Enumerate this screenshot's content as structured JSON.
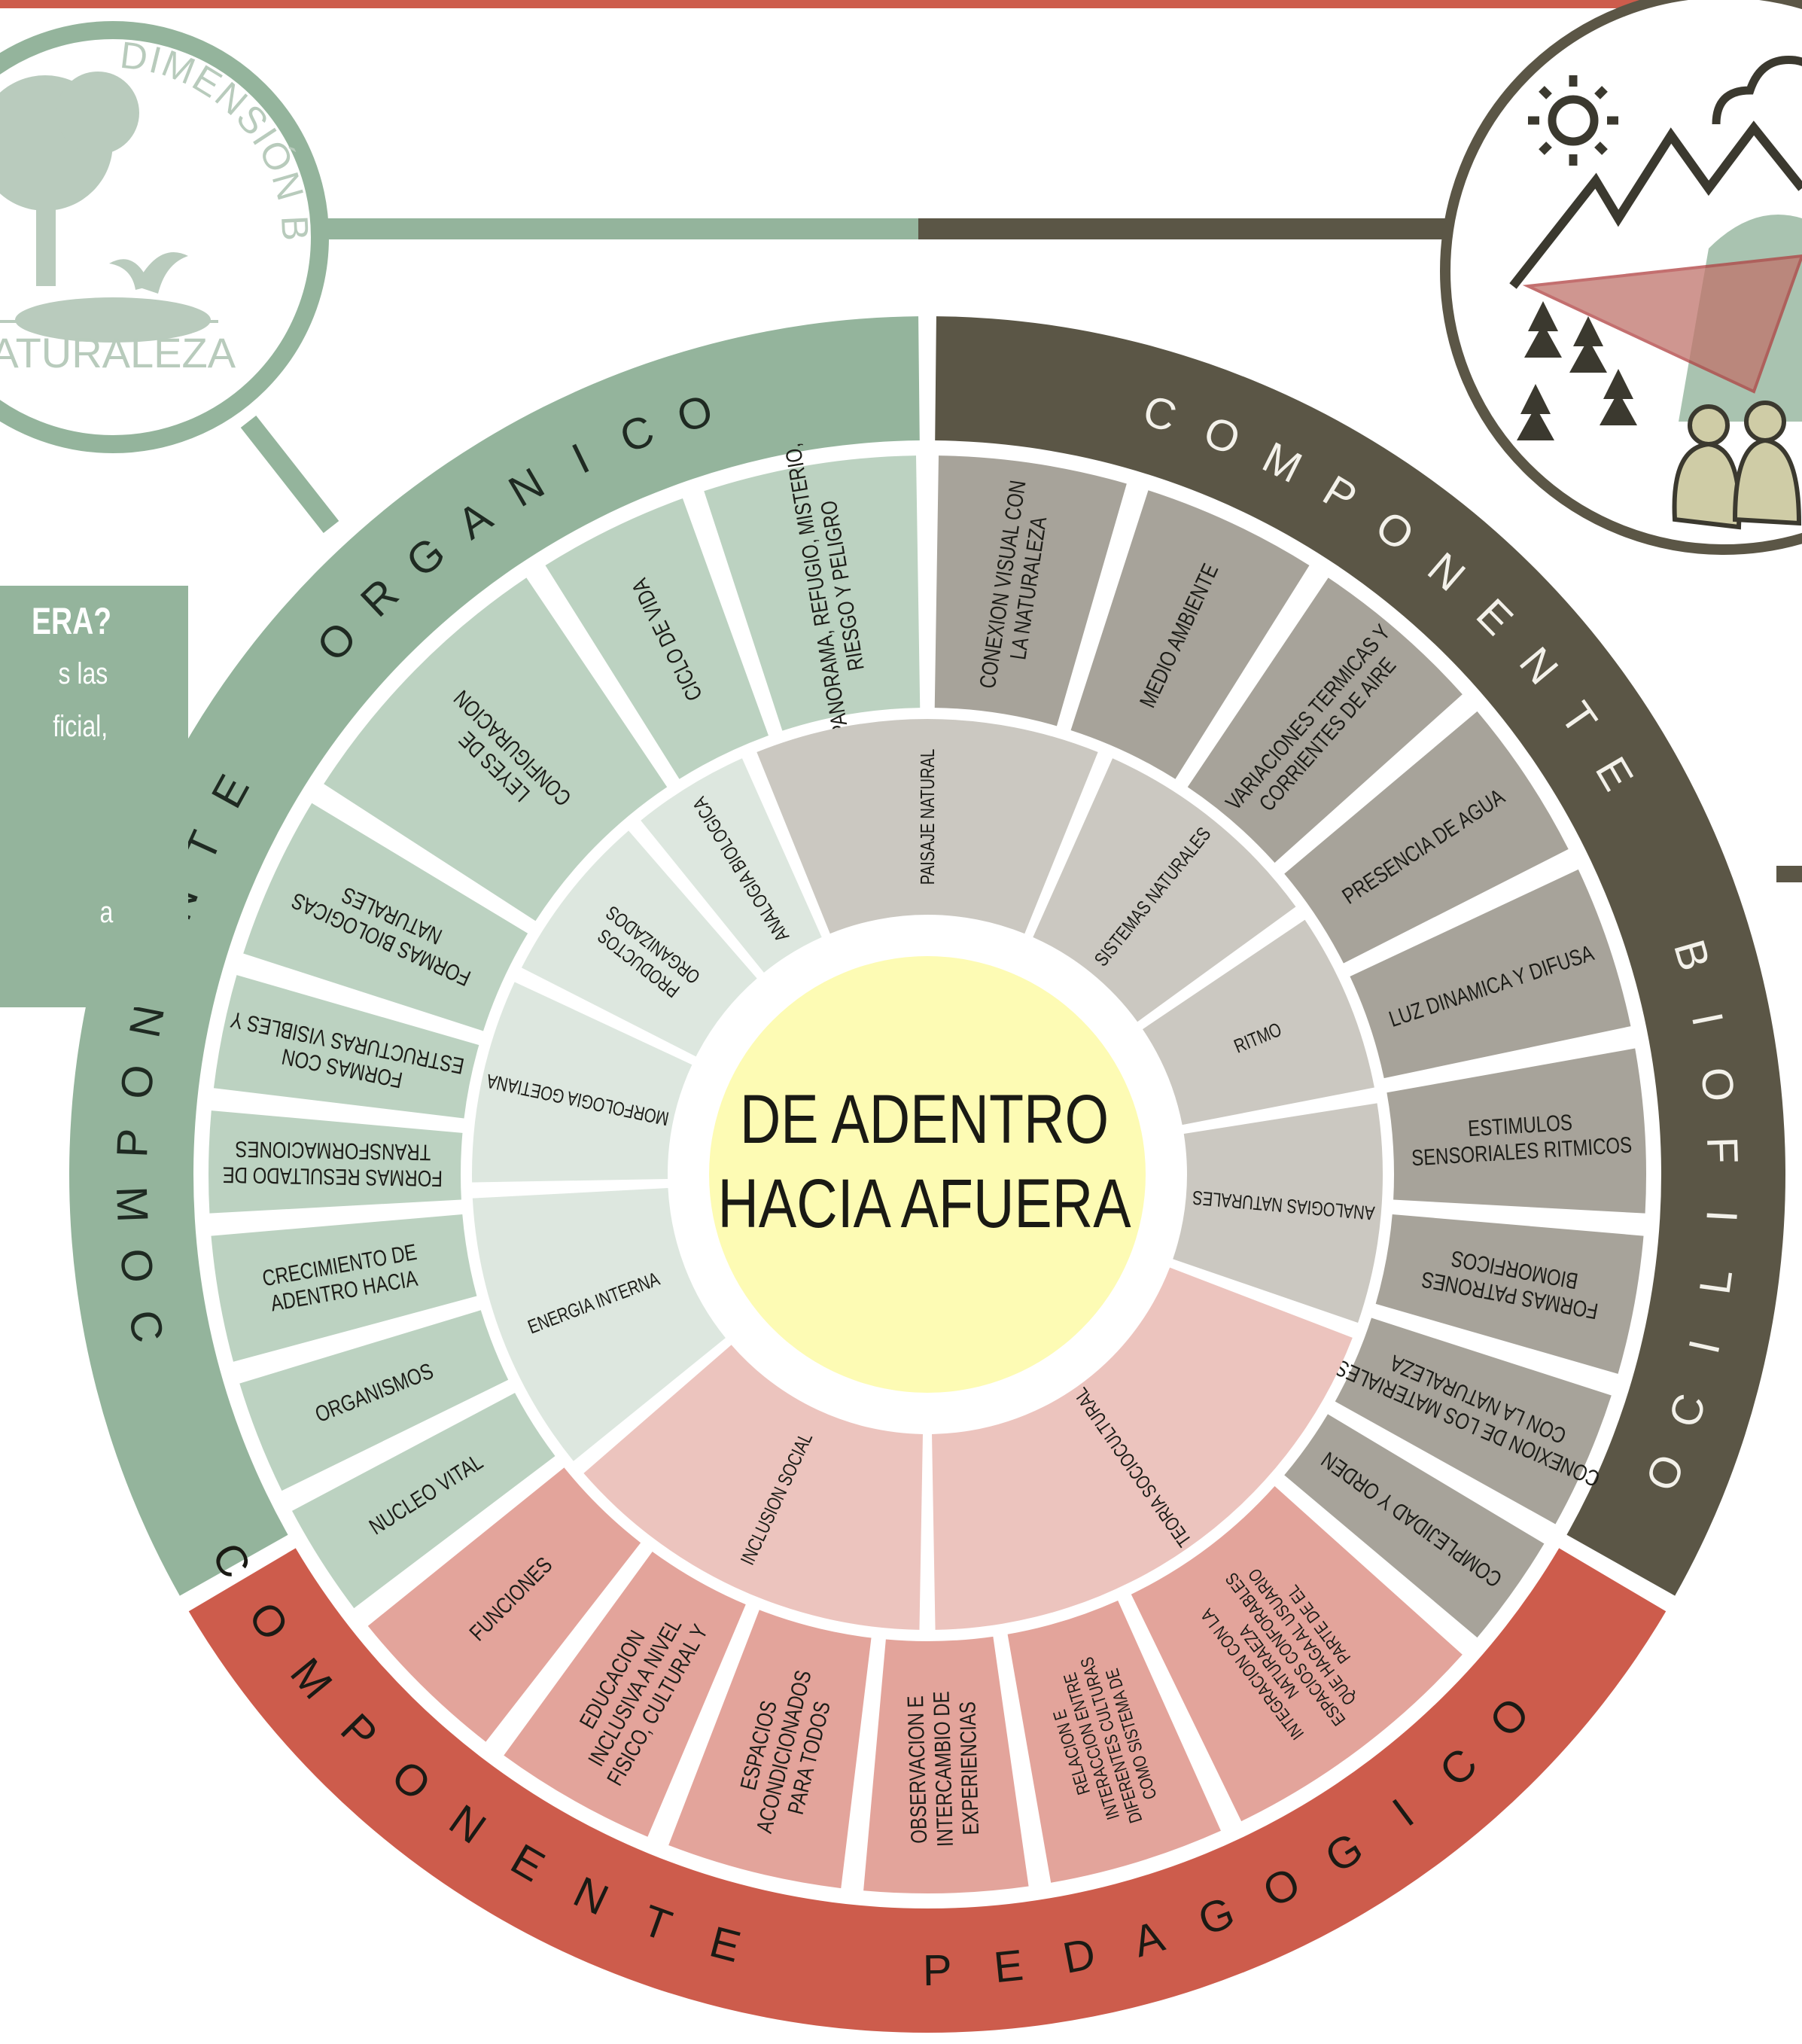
{
  "center": {
    "line1": "DE ADENTRO",
    "line2": "HACIA AFUERA"
  },
  "colors": {
    "organic": "#94b49c",
    "biofilic": "#5b5646",
    "pedagogic": "#cd5c4c",
    "center": "#fdfbb4",
    "organic_inner": "#dde7df",
    "organic_outer": "#bcd2c1",
    "biofilic_inner": "#cbc8c1",
    "biofilic_outer": "#a7a39a",
    "pedagogic_inner": "#ecc4be",
    "pedagogic_outer": "#e3a49b"
  },
  "components": {
    "organic": [
      "C",
      "O",
      "M",
      "P",
      "O",
      "N",
      "E",
      "N",
      "T",
      "E",
      "",
      "",
      "O",
      "R",
      "G",
      "A",
      "N",
      "I",
      "C",
      "O"
    ],
    "biofilic": [
      "C",
      "O",
      "M",
      "P",
      "O",
      "N",
      "E",
      "N",
      "T",
      "E",
      "",
      "",
      "B",
      "I",
      "O",
      "F",
      "I",
      "L",
      "I",
      "C",
      "O"
    ],
    "pedagogic": [
      "C",
      "O",
      "M",
      "P",
      "O",
      "N",
      "E",
      "N",
      "T",
      "E",
      "",
      "",
      "P",
      "E",
      "D",
      "A",
      "G",
      "O",
      "G",
      "I",
      "C",
      "O"
    ]
  },
  "inner_ring": [
    [
      "PAISAJE NATURAL"
    ],
    [
      "SISTEMAS NATURALES"
    ],
    [
      "RITMO"
    ],
    [
      "ANALOGIAS NATURALES"
    ],
    [
      "TEORIA SOCIOCULTURAL"
    ],
    [
      "INCLUSION SOCIAL"
    ],
    [
      "ENERGIA INTERNA"
    ],
    [
      "MORFOLOGIA GOETIANA"
    ],
    [
      "PRODUCTOS",
      "ORGANIZADOS"
    ],
    [
      "ANALOGIA BIOLOGICA"
    ]
  ],
  "outer_ring": [
    [
      "CONEXION VISUAL CON",
      "LA NATURALEZA"
    ],
    [
      "MEDIO AMBIENTE"
    ],
    [
      "VARIACIONES TERMICAS Y",
      "CORRIENTES DE AIRE"
    ],
    [
      "PRESENCIA DE AGUA"
    ],
    [
      "LUZ DINAMICA Y DIFUSA"
    ],
    [
      "ESTIMULOS",
      "SENSORIALES RITMICOS"
    ],
    [
      "FORMAS PATRONES",
      "BIOMORFICOS"
    ],
    [
      "CONEXION DE LOS MATERIALES",
      "CON LA NATURALEZA"
    ],
    [
      "COMPLEJIDAD Y ORDEN"
    ],
    [
      "INTEGRACION CON LA",
      "NATURAEZA",
      "ESPACIOS CONFORABLES",
      "QUE HAGA AL USUARIO",
      "PARTE DE EL"
    ],
    [
      "RELACION E",
      "INTERACCION ENTRE",
      "DIFERENTES CULTURAS",
      "COMO SISTEMA DE"
    ],
    [
      "OBSERVACION E",
      "INTERCAMBIO DE",
      "EXPERIENCIAS"
    ],
    [
      "ESPACIOS",
      "ACONDICIONADOS",
      "PARA TODOS"
    ],
    [
      "EDUCACION",
      "INCLUSIVA A NIVEL",
      "FISICO, CULTURAL Y"
    ],
    [
      "FUNCIONES"
    ],
    [
      "NUCLEO VITAL"
    ],
    [
      "ORGANISMOS"
    ],
    [
      "CRECIMIENTO DE",
      "ADENTRO HACIA"
    ],
    [
      "FORMAS RESULTADO DE",
      "TRANSFORMACIONES"
    ],
    [
      "FORMAS CON",
      "ESTRUCTURAS VISIBLES Y"
    ],
    [
      "FORMAS BIOLOGICAS",
      "NATURALES"
    ],
    [
      "LEYES DE",
      "CONFIGURACION"
    ],
    [
      "CICLO DE VIDA"
    ],
    [
      "PANORAMA, REFUGIO, MISTERIO,",
      "RIESGO Y PELIGRO"
    ]
  ],
  "badge": {
    "arc_text": "DIMENSIÓN BIOFILICA",
    "bottom_text": "NATURALEZA"
  },
  "question": {
    "title": "ERA?",
    "lines": [
      "s las",
      "ficial,",
      "a"
    ]
  }
}
